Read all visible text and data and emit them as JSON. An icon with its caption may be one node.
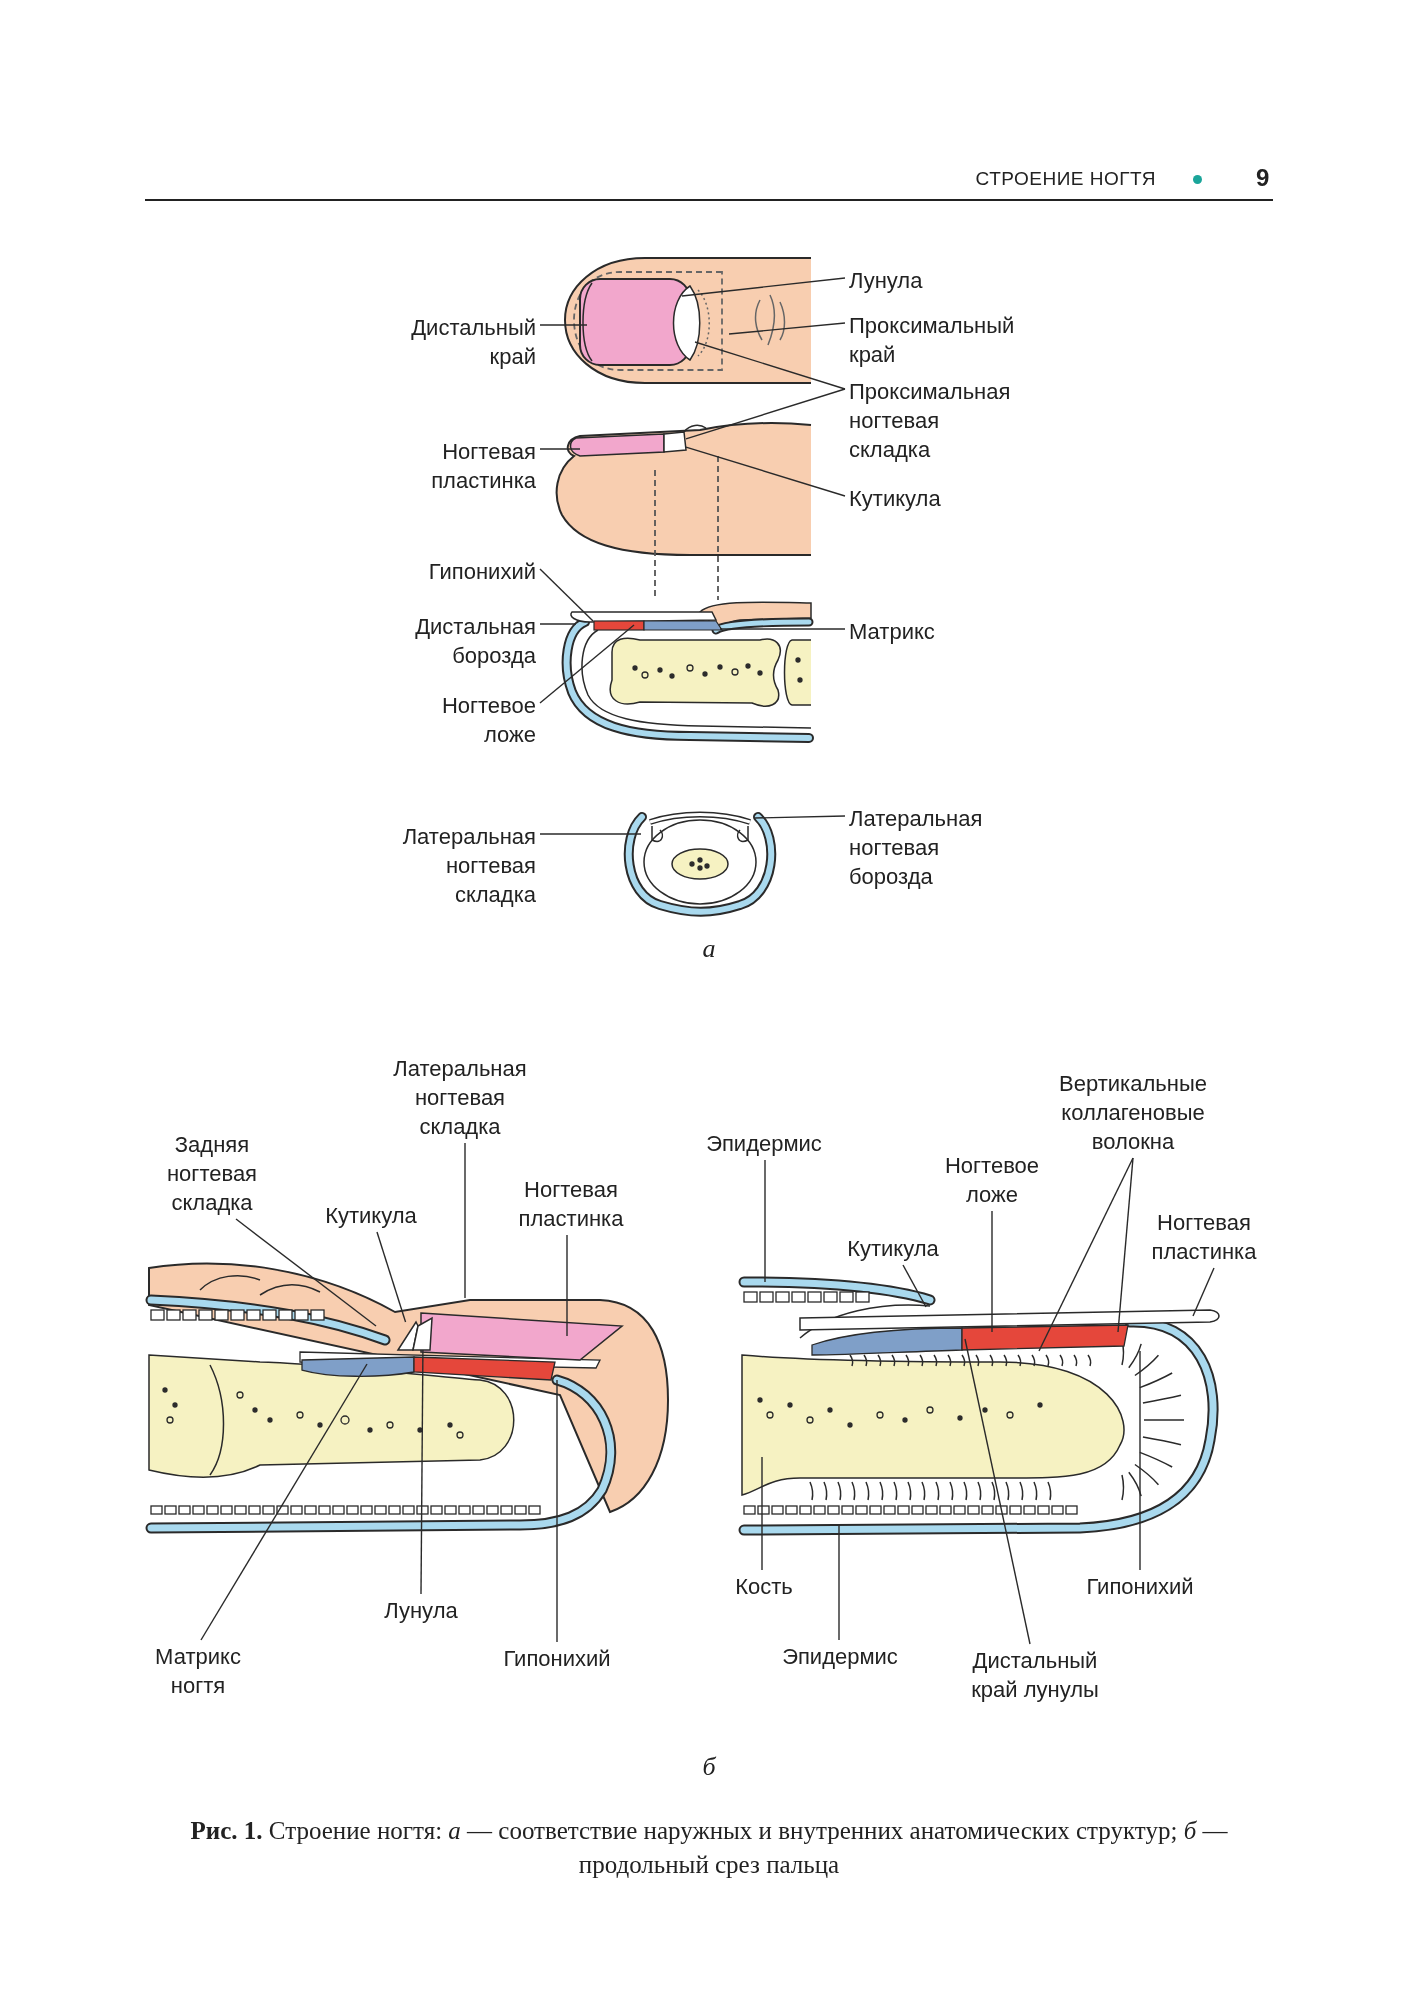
{
  "diagram": {
    "caption": "**Рис. 1.** Строение ногтя: *а* — соответствие наружных и внутренних анатомических структур; *б* — продольный срез пальца",
    "nodes": [
      {
        "text": [
          "Лунула"
        ]
      },
      {
        "text": [
          "Дистальный край"
        ]
      },
      {
        "text": [
          "Проксимальный край"
        ]
      },
      {
        "text": [
          "Проксимальная ногтевая складка"
        ]
      },
      {
        "text": [
          "Ногтевая пластинка"
        ]
      },
      {
        "text": [
          "Кутикула"
        ]
      },
      {
        "text": [
          "Гипонихий"
        ]
      },
      {
        "text": [
          "Дистальная борозда"
        ]
      },
      {
        "text": [
          "Ногтевое ложе"
        ]
      },
      {
        "text": [
          "Матрикс"
        ]
      },
      {
        "text": [
          "Латеральная ногтевая складка"
        ]
      },
      {
        "text": [
          "Латеральная ногтевая борозда"
        ]
      },
      {
        "text": [
          "Задняя ногтевая складка"
        ]
      },
      {
        "text": [
          "Латеральная ногтевая складка"
        ]
      },
      {
        "text": [
          "Кутикула"
        ]
      },
      {
        "text": [
          "Ногтевая пластинка"
        ]
      },
      {
        "text": [
          "Лунула"
        ]
      },
      {
        "text": [
          "Матрикс ногтя"
        ]
      },
      {
        "text": [
          "Гипонихий"
        ]
      },
      {
        "text": [
          "Эпидермис"
        ]
      },
      {
        "text": [
          "Вертикальные коллагеновые волокна"
        ]
      },
      {
        "text": [
          "Ногтевое ложе"
        ]
      },
      {
        "text": [
          "Кутикула"
        ]
      },
      {
        "text": [
          "Ногтевая пластинка"
        ]
      },
      {
        "text": [
          "Кость"
        ]
      },
      {
        "text": [
          "Гипонихий"
        ]
      },
      {
        "text": [
          "Эпидермис"
        ]
      },
      {
        "text": [
          "Дистальный край лунулы"
        ]
      },
      {
        "text": [],
        "shape": "box"
      },
      {
        "text": [],
        "shape": "box"
      },
      {
        "text": [],
        "shape": "box"
      }
    ],
    "edges": [
      {
        "from": 0,
        "to": null,
        "arrow": "none"
      },
      {
        "from": 1,
        "to": null,
        "arrow": "none"
      },
      {
        "from": 2,
        "to": null,
        "arrow": "none"
      },
      {
        "from": 3,
        "to": null,
        "arrow": "none"
      },
      {
        "from": 3,
        "to": 28,
        "arrow": "none"
      },
      {
        "from": 4,
        "to": null,
        "arrow": "none"
      },
      {
        "from": 5,
        "to": 28,
        "arrow": "none"
      },
      {
        "from": 6,
        "to": null,
        "arrow": "none"
      },
      {
        "from": 7,
        "to": null,
        "arrow": "none"
      },
      {
        "from": 8,
        "to": null,
        "arrow": "none"
      },
      {
        "from": 9,
        "to": null,
        "arrow": "none"
      },
      {
        "from": 10,
        "to": null,
        "arrow": "none"
      },
      {
        "from": 11,
        "to": null,
        "arrow": "none"
      },
      {
        "from": 12,
        "to": null,
        "arrow": "none"
      },
      {
        "from": 13,
        "to": null,
        "arrow": "none"
      },
      {
        "from": 14,
        "to": 29,
        "arrow": "none"
      },
      {
        "from": 15,
        "to": null,
        "arrow": "none"
      },
      {
        "from": 16,
        "to": 30,
        "arrow": "none"
      },
      {
        "from": 17,
        "to": null,
        "arrow": "none"
      },
      {
        "from": 18,
        "to": null,
        "arrow": "none"
      },
      {
        "from": 19,
        "to": null,
        "arrow": "none"
      },
      {
        "from": 20,
        "to": null,
        "arrow": "none"
      },
      {
        "from": 20,
        "to": null,
        "arrow": "none"
      },
      {
        "from": 21,
        "to": null,
        "arrow": "none"
      },
      {
        "from": 22,
        "to": null,
        "arrow": "none"
      },
      {
        "from": 23,
        "to": null,
        "arrow": "none"
      },
      {
        "from": 24,
        "to": null,
        "arrow": "none"
      },
      {
        "from": 25,
        "to": null,
        "arrow": "none"
      },
      {
        "from": 26,
        "to": null,
        "arrow": "none"
      },
      {
        "from": 27,
        "to": null,
        "arrow": "none"
      }
    ],
    "labels": [
      "СТРОЕНИЕ НОГТЯ",
      "9",
      "а",
      "б"
    ]
  }
}
